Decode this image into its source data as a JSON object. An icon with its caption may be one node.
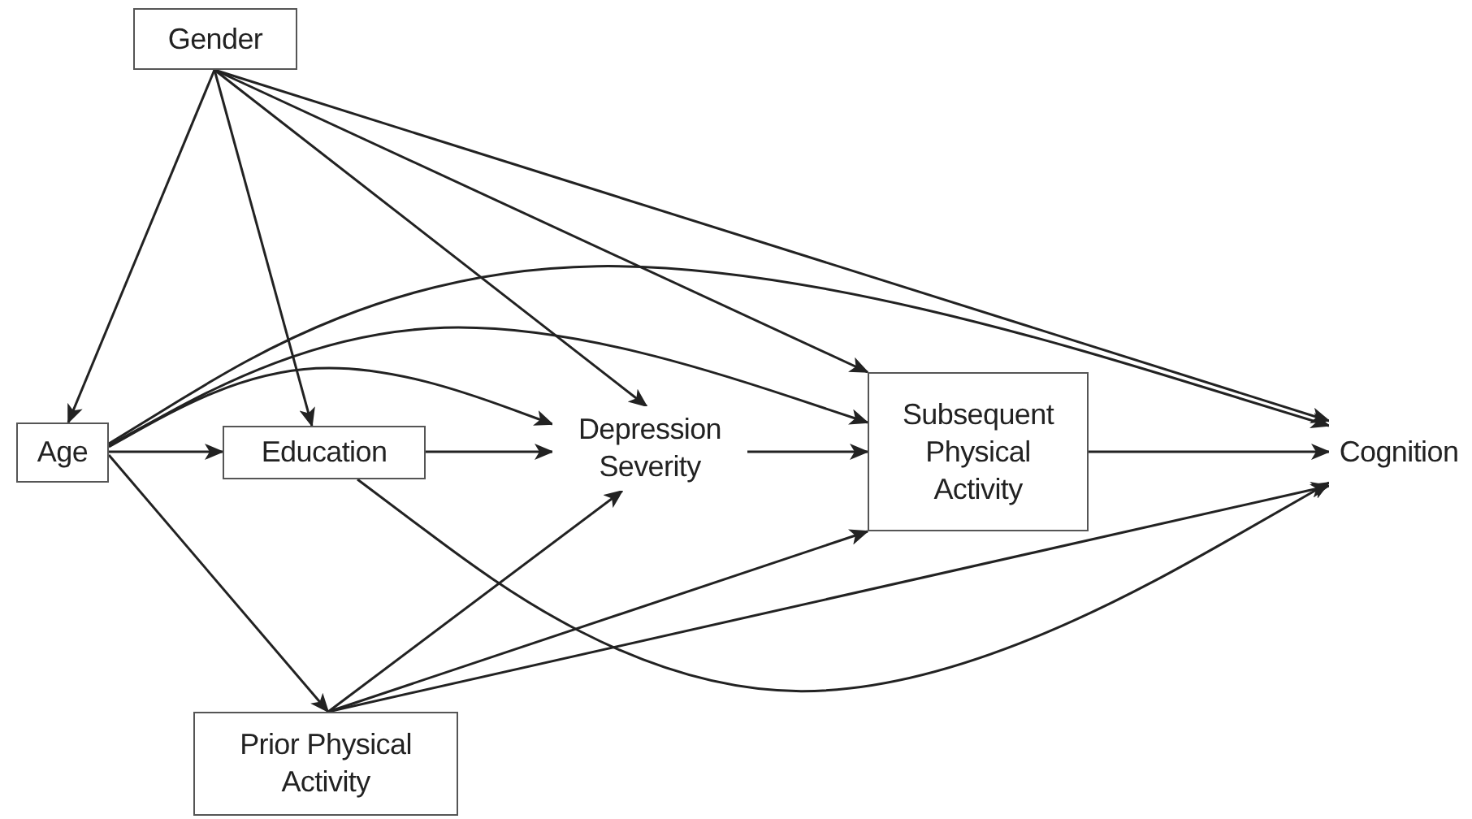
{
  "diagram": {
    "nodes": [
      {
        "text": [
          "Gender"
        ]
      },
      {
        "text": [
          "Age"
        ]
      },
      {
        "text": [
          "Education"
        ]
      },
      {
        "text": [
          "Depression Severity"
        ]
      },
      {
        "text": [
          "Subsequent Physical Activity"
        ]
      },
      {
        "text": [
          "Cognition"
        ]
      },
      {
        "text": [
          "Prior Physical Activity"
        ]
      }
    ],
    "edges": [
      {
        "from": 0,
        "to": 1,
        "arrow": "to"
      },
      {
        "from": 0,
        "to": 2,
        "arrow": "to"
      },
      {
        "from": 0,
        "to": 3,
        "arrow": "to"
      },
      {
        "from": 0,
        "to": 4,
        "arrow": "to"
      },
      {
        "from": 0,
        "to": 5,
        "arrow": "to"
      },
      {
        "from": 1,
        "to": 2,
        "arrow": "to"
      },
      {
        "from": 1,
        "to": 3,
        "arrow": "to"
      },
      {
        "from": 1,
        "to": 4,
        "arrow": "to"
      },
      {
        "from": 1,
        "to": 5,
        "arrow": "to"
      },
      {
        "from": 1,
        "to": 6,
        "arrow": "to"
      },
      {
        "from": 2,
        "to": 3,
        "arrow": "to"
      },
      {
        "from": 2,
        "to": 5,
        "arrow": "to"
      },
      {
        "from": 3,
        "to": 4,
        "arrow": "to"
      },
      {
        "from": 4,
        "to": 5,
        "arrow": "to"
      },
      {
        "from": 6,
        "to": 3,
        "arrow": "to"
      },
      {
        "from": 6,
        "to": 4,
        "arrow": "to"
      },
      {
        "from": 6,
        "to": 5,
        "arrow": "to"
      }
    ]
  }
}
